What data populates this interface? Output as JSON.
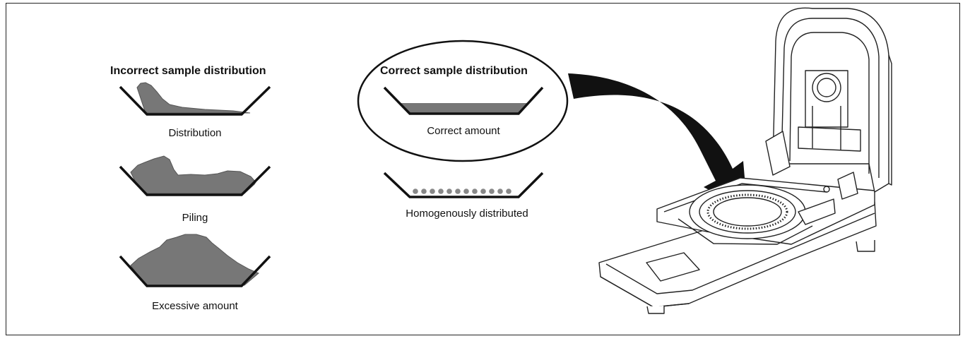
{
  "incorrect": {
    "title": "Incorrect sample distribution",
    "captions": [
      "Distribution",
      "Piling",
      "Excessive amount"
    ]
  },
  "correct": {
    "title": "Correct sample distribution",
    "captions": [
      "Correct amount",
      "Homogenously distributed"
    ]
  },
  "colors": {
    "sample": "#777777",
    "line": "#111111",
    "device": "#222222"
  }
}
